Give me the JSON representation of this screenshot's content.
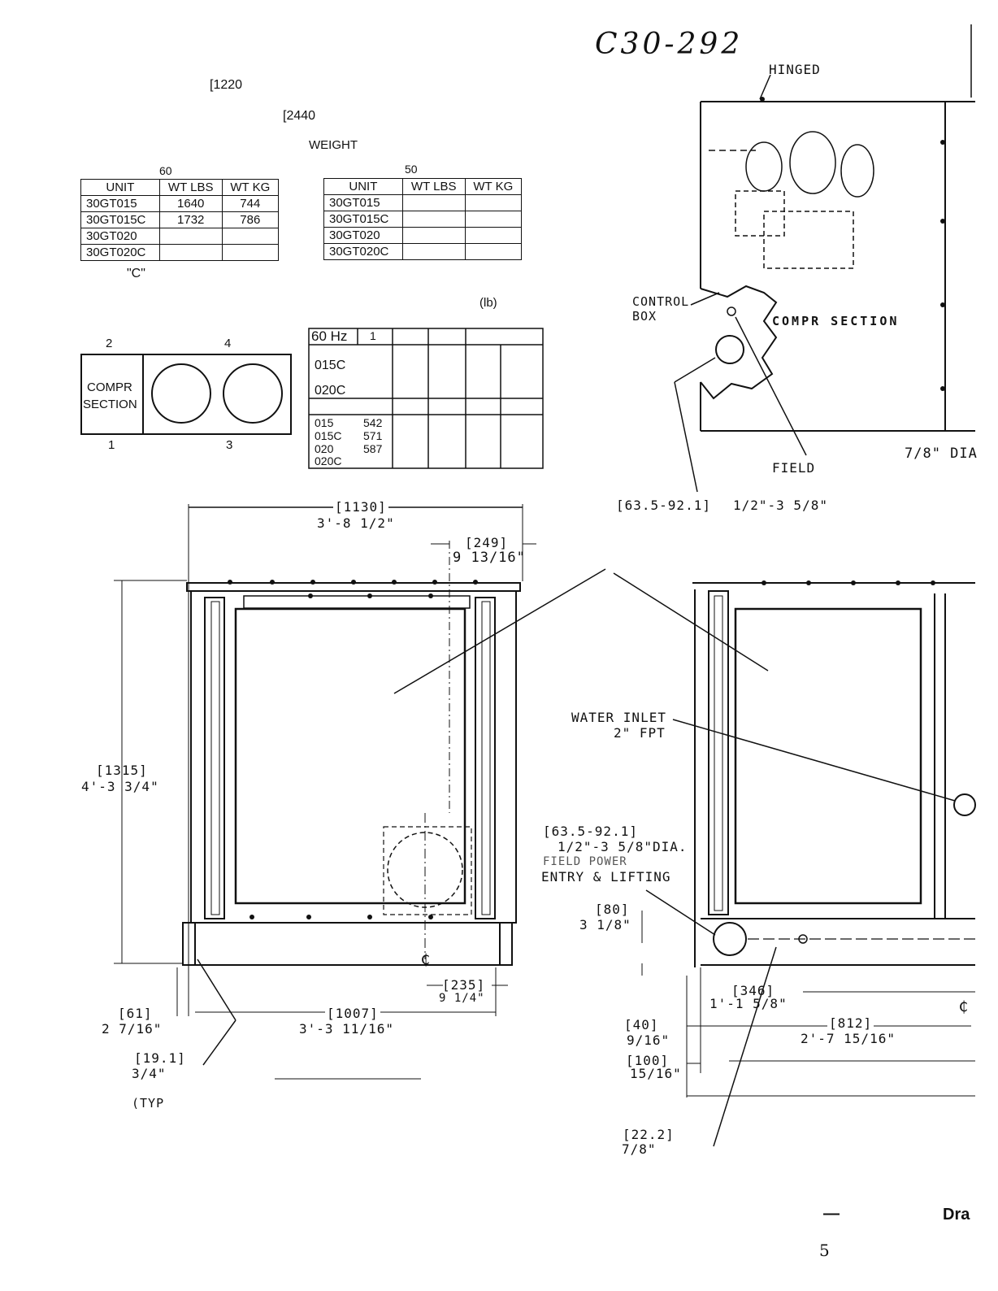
{
  "header": {
    "handwritten_code": "C30-292",
    "dim_1220": "[1220",
    "dim_2440": "[2440",
    "weight_label": "WEIGHT"
  },
  "table_60": {
    "caption": "60",
    "headers": [
      "UNIT",
      "WT LBS",
      "WT KG"
    ],
    "rows": [
      [
        "30GT015",
        "1640",
        "744"
      ],
      [
        "30GT015C",
        "1732",
        "786"
      ],
      [
        "30GT020",
        "",
        ""
      ],
      [
        "30GT020C",
        "",
        ""
      ]
    ],
    "footnote": "\"C\""
  },
  "table_50": {
    "caption": "50",
    "headers": [
      "UNIT",
      "WT LBS",
      "WT KG"
    ],
    "rows": [
      [
        "30GT015",
        "",
        ""
      ],
      [
        "30GT015C",
        "",
        ""
      ],
      [
        "30GT020",
        "",
        ""
      ],
      [
        "30GT020C",
        "",
        ""
      ]
    ]
  },
  "lb_label": "(lb)",
  "rigging": {
    "top_left": "2",
    "top_right": "4",
    "bottom_left": "1",
    "bottom_right": "3",
    "section_line1": "COMPR",
    "section_line2": "SECTION"
  },
  "hz_table": {
    "header": "60 Hz",
    "col1": "1",
    "rows_a": [
      "015C",
      "020C"
    ],
    "rows_b": [
      [
        "015",
        "542"
      ],
      [
        "015C",
        "571"
      ],
      [
        "020",
        "587"
      ],
      [
        "020C",
        ""
      ]
    ]
  },
  "side_view": {
    "hinged": "HINGED",
    "control_box_1": "CONTROL",
    "control_box_2": "BOX",
    "compr_section": "COMPR SECTION",
    "field": "FIELD",
    "dia_78": "7/8\" DIA",
    "metric_range": "[63.5-92.1]",
    "imperial_range": "1/2\"-3 5/8\""
  },
  "front_view": {
    "dim_1130": "[1130]",
    "dim_1130_ft": "3'-8 1/2\"",
    "dim_249": "[249]",
    "dim_249_in": "9 13/16\"",
    "dim_1315": "[1315]",
    "dim_1315_ft": "4'-3 3/4\"",
    "dim_235": "[235]",
    "dim_235_in": "9 1/4\"",
    "dim_61": "[61]",
    "dim_61_in": "2 7/16\"",
    "dim_1007": "[1007]",
    "dim_1007_ft": "3'-3 11/16\"",
    "dim_19": "[19.1]",
    "dim_19_in": "3/4\"",
    "typ": "(TYP",
    "centerline": "₵"
  },
  "end_view": {
    "water_inlet": "WATER INLET",
    "fpt": "2\" FPT",
    "dim_635": "[63.5-92.1]",
    "dim_635_in": "1/2\"-3 5/8\"DIA.",
    "field_power": "FIELD POWER",
    "entry_lifting": "ENTRY & LIFTING",
    "dim_80": "[80]",
    "dim_80_in": "3 1/8\"",
    "dim_346": "[346]",
    "dim_346_ft": "1'-1 5/8\"",
    "dim_40": "[40]",
    "dim_40_in": "9/16\"",
    "dim_812": "[812]",
    "dim_812_ft": "2'-7 15/16\"",
    "dim_100": "[100]",
    "dim_100_in": "15/16\"",
    "dim_222": "[22.2]",
    "dim_222_in": "7/8\"",
    "centerline": "₵"
  },
  "footer": {
    "dash": "—",
    "drawing_label": "Dra",
    "page_number": "5"
  }
}
